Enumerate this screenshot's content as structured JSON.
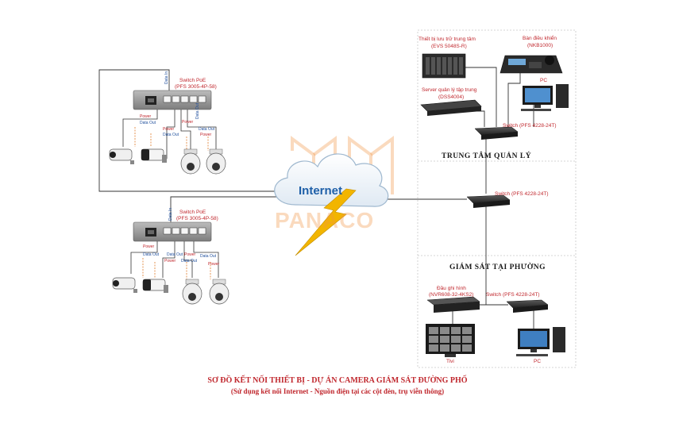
{
  "switch_poe_1": {
    "title": "Switch PoE",
    "model": "(PFS 3005-4P-58)"
  },
  "switch_poe_2": {
    "title": "Switch PoE",
    "model": "(PFS 3005-4P-58)"
  },
  "link_labels": {
    "data_in": "Data In",
    "data_out": "Data Out",
    "power": "Power"
  },
  "internet": {
    "label": "Internet",
    "watermark": "PANACO"
  },
  "center": {
    "section_title": "TRUNG TÂM    QUẢN LÝ",
    "storage": {
      "title": "Thiết bị lưu trữ trung tâm",
      "model": "(EVS 5048S-R)"
    },
    "controller": {
      "title": "Bàn điều khiển",
      "model": "(NKB1000)"
    },
    "server": {
      "title": "Server quản lý tập trung",
      "model": "(DSS4004)"
    },
    "pc": "PC",
    "switch": "Switch (PFS 4228-24T)"
  },
  "mid_switch": "Switch (PFS 4228-24T)",
  "ward": {
    "section_title": "GIÁM SÁT TẠI PHƯỜNG",
    "nvr": {
      "title": "Đầu ghi hình",
      "model": "(NVR608-32-4KS2)"
    },
    "switch": "Switch (PFS 4228-24T)",
    "tv": "Tivi",
    "pc": "PC"
  },
  "caption": {
    "title": "SƠ ĐỒ KẾT NỐI THIẾT BỊ - DỰ ÁN CAMERA GIÁM SÁT ĐƯỜNG PHỐ",
    "subtitle": "(Sử dụng kết nối Internet - Nguồn điện tại các cột đèn, trụ viễn thông)"
  },
  "colors": {
    "label_red": "#c0272d",
    "internet_blue": "#1e5fa8",
    "line": "#333333",
    "bolt": "#f2b500",
    "frame_dash": "#c8c8c8"
  }
}
